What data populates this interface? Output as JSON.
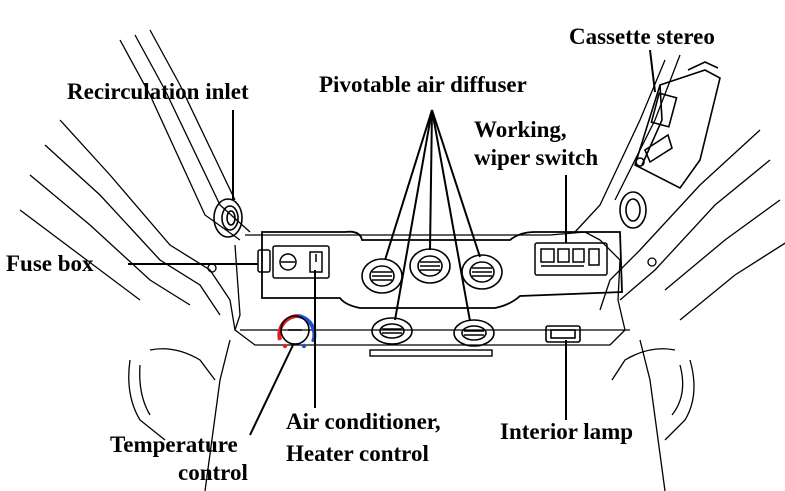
{
  "labels": {
    "cassette_stereo": "Cassette stereo",
    "recirculation_inlet": "Recirculation inlet",
    "pivotable_air_diffuser": "Pivotable air diffuser",
    "working_wiper_switch_1": "Working,",
    "working_wiper_switch_2": "wiper switch",
    "fuse_box": "Fuse box",
    "air_conditioner_1": "Air conditioner,",
    "air_conditioner_2": "Heater control",
    "interior_lamp": "Interior lamp",
    "temperature_control_1": "Temperature",
    "temperature_control_2": "control"
  },
  "colors": {
    "ink": "#000000",
    "background": "#ffffff",
    "hot": "#e02020",
    "cold": "#2050d0"
  }
}
